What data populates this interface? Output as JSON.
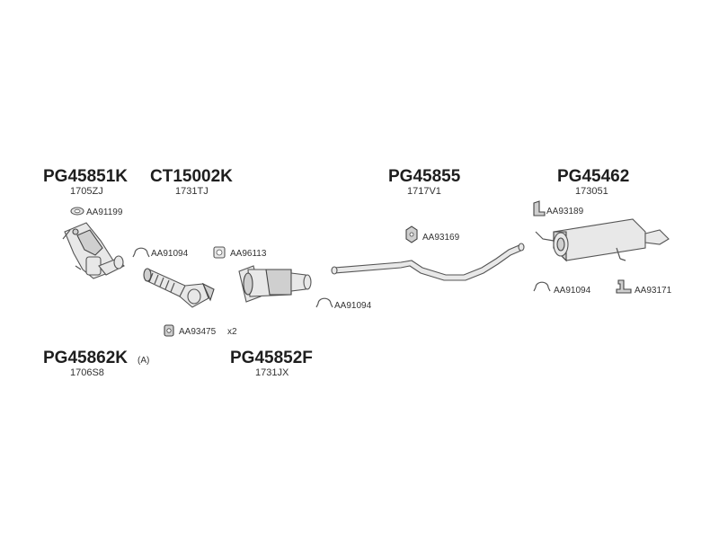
{
  "assemblies": [
    {
      "part_number": "PG45851K",
      "oe_code": "1705ZJ"
    },
    {
      "part_number": "CT15002K",
      "oe_code": "1731TJ"
    },
    {
      "part_number": "PG45855",
      "oe_code": "1717V1"
    },
    {
      "part_number": "PG45462",
      "oe_code": "173051"
    },
    {
      "part_number": "PG45862K",
      "suffix": "(A)",
      "oe_code": "1706S8"
    },
    {
      "part_number": "PG45852F",
      "oe_code": "1731JX"
    }
  ],
  "accessories": [
    {
      "code": "AA91199",
      "icon": "gasket-icon"
    },
    {
      "code": "AA91094",
      "icon": "clamp-icon"
    },
    {
      "code": "AA96113",
      "icon": "square-gasket-icon"
    },
    {
      "code": "AA93475",
      "qty": "x2",
      "icon": "rubber-mount-icon"
    },
    {
      "code": "AA91094",
      "icon": "clamp-icon"
    },
    {
      "code": "AA93169",
      "icon": "rubber-hanger-icon"
    },
    {
      "code": "AA93189",
      "icon": "bracket-icon"
    },
    {
      "code": "AA91094",
      "icon": "clamp-icon"
    },
    {
      "code": "AA93171",
      "icon": "mount-bracket-icon"
    }
  ]
}
